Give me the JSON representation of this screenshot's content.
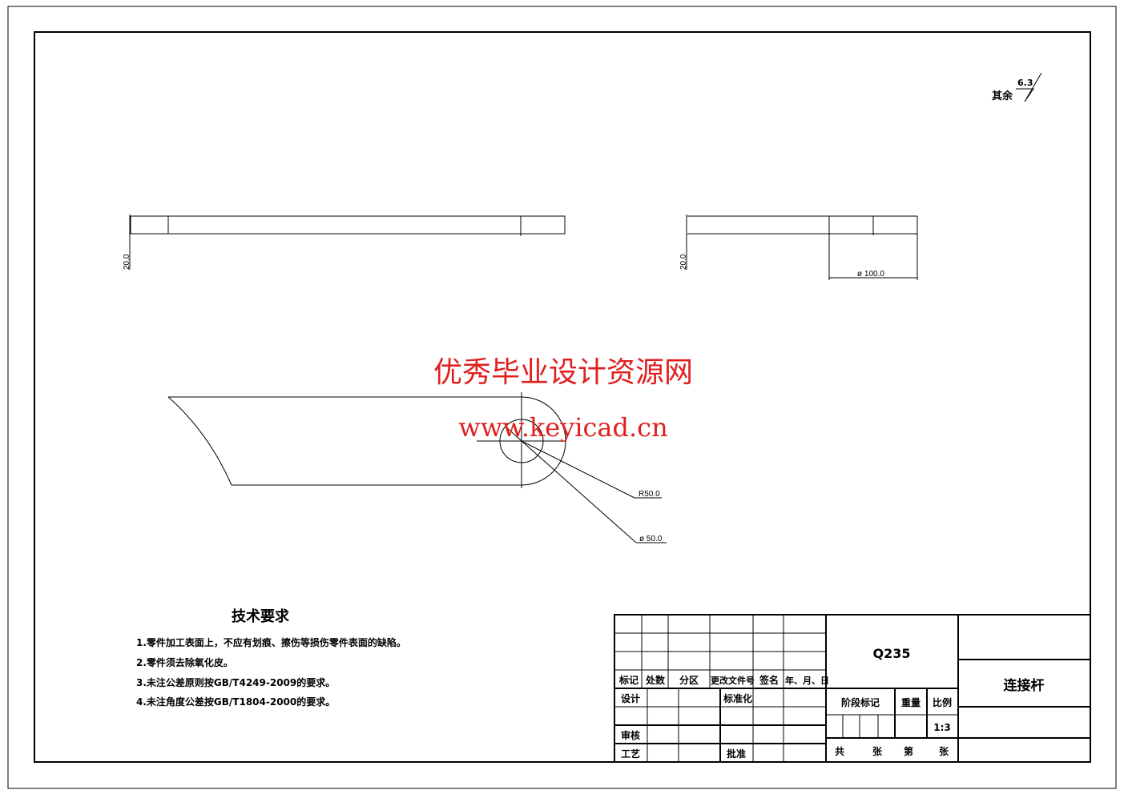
{
  "roughness": {
    "prefix": "其余",
    "value": "6.3"
  },
  "dimensions": {
    "front_thickness": "20.0",
    "side_thickness": "20.0",
    "diameter_outer": "ø 100.0",
    "radius": "R50.0",
    "diameter_hole": "ø 50.0"
  },
  "watermark": {
    "line1": "优秀毕业设计资源网",
    "line2": "www.keyicad.cn",
    "color": "#e02020"
  },
  "tech_requirements": {
    "title": "技术要求",
    "items": [
      "1.零件加工表面上，不应有划痕、擦伤等损伤零件表面的缺陷。",
      "2.零件须去除氧化皮。",
      "3.未注公差原则按GB/T4249-2009的要求。",
      "4.未注角度公差按GB/T1804-2000的要求。"
    ]
  },
  "title_block": {
    "headers": [
      "标记",
      "处数",
      "分区",
      "更改文件号",
      "签名",
      "年、月、日"
    ],
    "design": "设计",
    "standardize": "标准化",
    "review": "审核",
    "process": "工艺",
    "approve": "批准",
    "material": "Q235",
    "stage_mark": "阶段标记",
    "weight": "重量",
    "scale_label": "比例",
    "scale": "1:3",
    "total": "共",
    "sheets1": "张",
    "sheet_no": "第",
    "sheets2": "张",
    "part_name": "连接杆"
  }
}
